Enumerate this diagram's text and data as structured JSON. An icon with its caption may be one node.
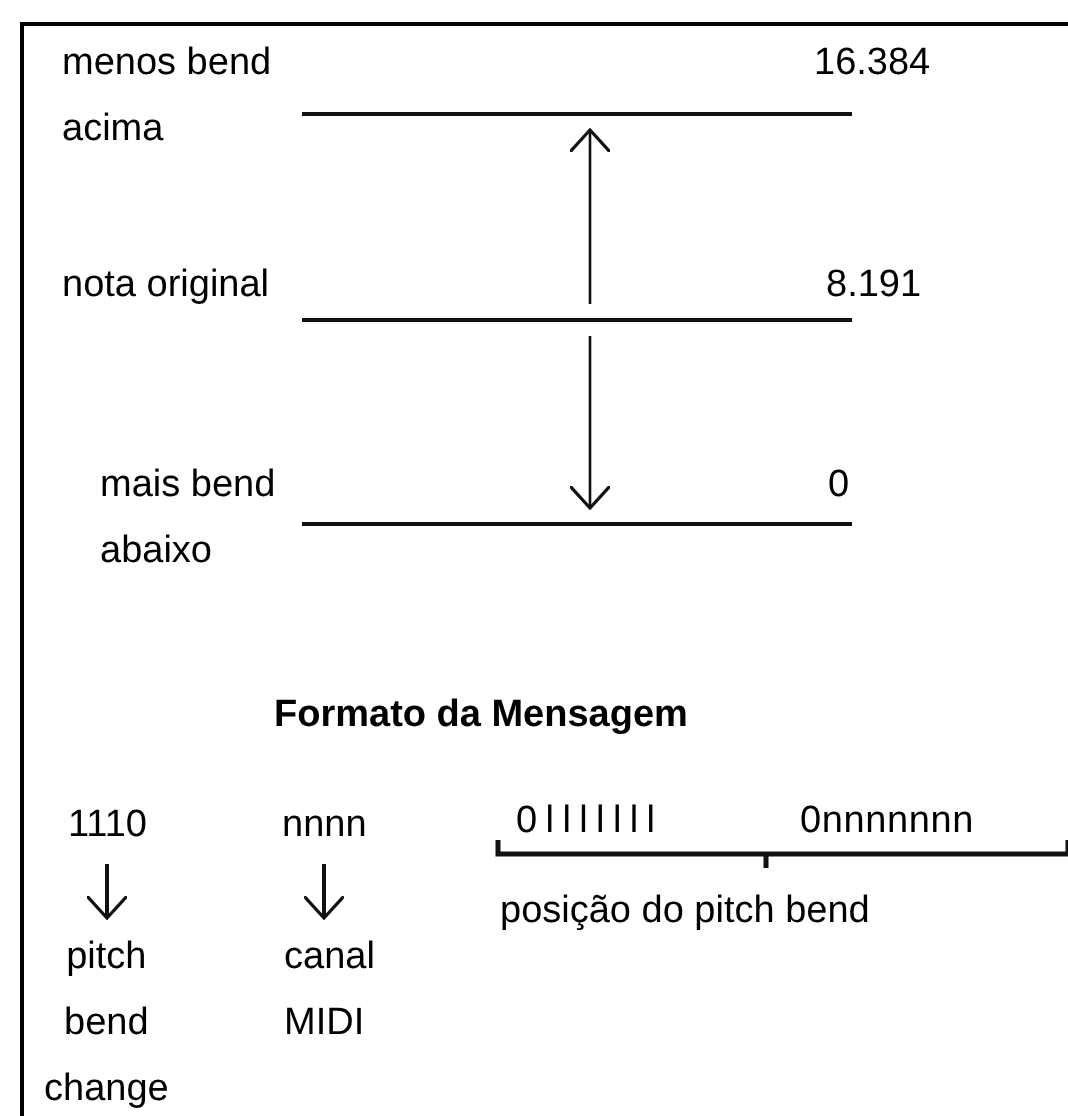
{
  "diagram": {
    "nodes": [
      {
        "text": [],
        "shape": "bar",
        "beside": [
          "menos bend acima",
          "16.384"
        ]
      },
      {
        "text": [],
        "shape": "bar",
        "beside": [
          "nota original",
          "8.191"
        ]
      },
      {
        "text": [],
        "shape": "bar",
        "beside": [
          "mais bend abaixo",
          "0"
        ]
      },
      {
        "text": [
          "1110"
        ]
      },
      {
        "text": [
          "pitch bend change"
        ]
      },
      {
        "text": [
          "nnnn"
        ]
      },
      {
        "text": [
          "canal MIDI"
        ]
      }
    ],
    "edges": [
      {
        "from": 1,
        "to": 0,
        "arrow": "to"
      },
      {
        "from": 1,
        "to": 2,
        "arrow": "to"
      },
      {
        "from": 3,
        "to": 4,
        "arrow": "to"
      },
      {
        "from": 5,
        "to": 6,
        "arrow": "to"
      }
    ],
    "labels": [
      "Formato da Mensagem",
      "0lllllll",
      "0nnnnnnn",
      "posição do pitch bend"
    ]
  }
}
